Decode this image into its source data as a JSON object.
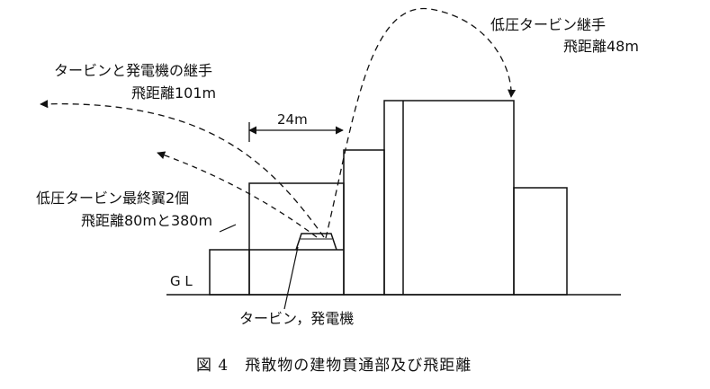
{
  "figure": {
    "caption": "図 4　飛散物の建物貫通部及び飛距離",
    "labels": {
      "lp_coupling_title": "低圧タービン継手",
      "lp_coupling_distance": "飛距離48m",
      "turbine_gen_coupling_title": "タービンと発電機の継手",
      "turbine_gen_coupling_distance": "飛距離101m",
      "span": "24m",
      "lp_blades_title": "低圧タービン最終翼2個",
      "lp_blades_distance": "飛距離80mと380m",
      "ground": "G L",
      "turbine_generator": "タービン，発電機"
    }
  },
  "colors": {
    "ink": "#111111",
    "background": "#ffffff"
  }
}
